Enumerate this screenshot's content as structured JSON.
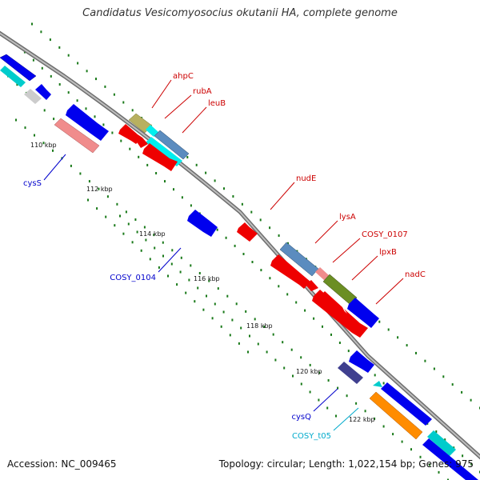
{
  "title": "Candidatus Vesicomyosocius okutanii HA, complete genome",
  "footer": {
    "accession_label": "Accession:",
    "accession": "NC_009465",
    "topology_label": "Topology:",
    "topology": "circular;",
    "length_label": "Length:",
    "length": "1,022,154 bp;",
    "genes_label": "Genes:",
    "genes": "975"
  },
  "colors": {
    "backbone": "#8c8c8c",
    "tick": "#1a7a1a",
    "label_red": "#cc0000",
    "label_blue": "#0000cc",
    "label_cyan": "#00aacc"
  },
  "ticks": [
    "110 kbp",
    "112 kbp",
    "114 kbp",
    "116 kbp",
    "118 kbp",
    "120 kbp",
    "122 kbp"
  ],
  "gene_labels": [
    {
      "name": "ahpC",
      "color": "red"
    },
    {
      "name": "rubA",
      "color": "red"
    },
    {
      "name": "leuB",
      "color": "red"
    },
    {
      "name": "cysS",
      "color": "blue"
    },
    {
      "name": "nudE",
      "color": "red"
    },
    {
      "name": "lysA",
      "color": "red"
    },
    {
      "name": "COSY_0107",
      "color": "red"
    },
    {
      "name": "COSY_0104",
      "color": "blue"
    },
    {
      "name": "lpxB",
      "color": "red"
    },
    {
      "name": "nadC",
      "color": "red"
    },
    {
      "name": "cysQ",
      "color": "blue"
    },
    {
      "name": "COSY_t05",
      "color": "cyan"
    }
  ]
}
